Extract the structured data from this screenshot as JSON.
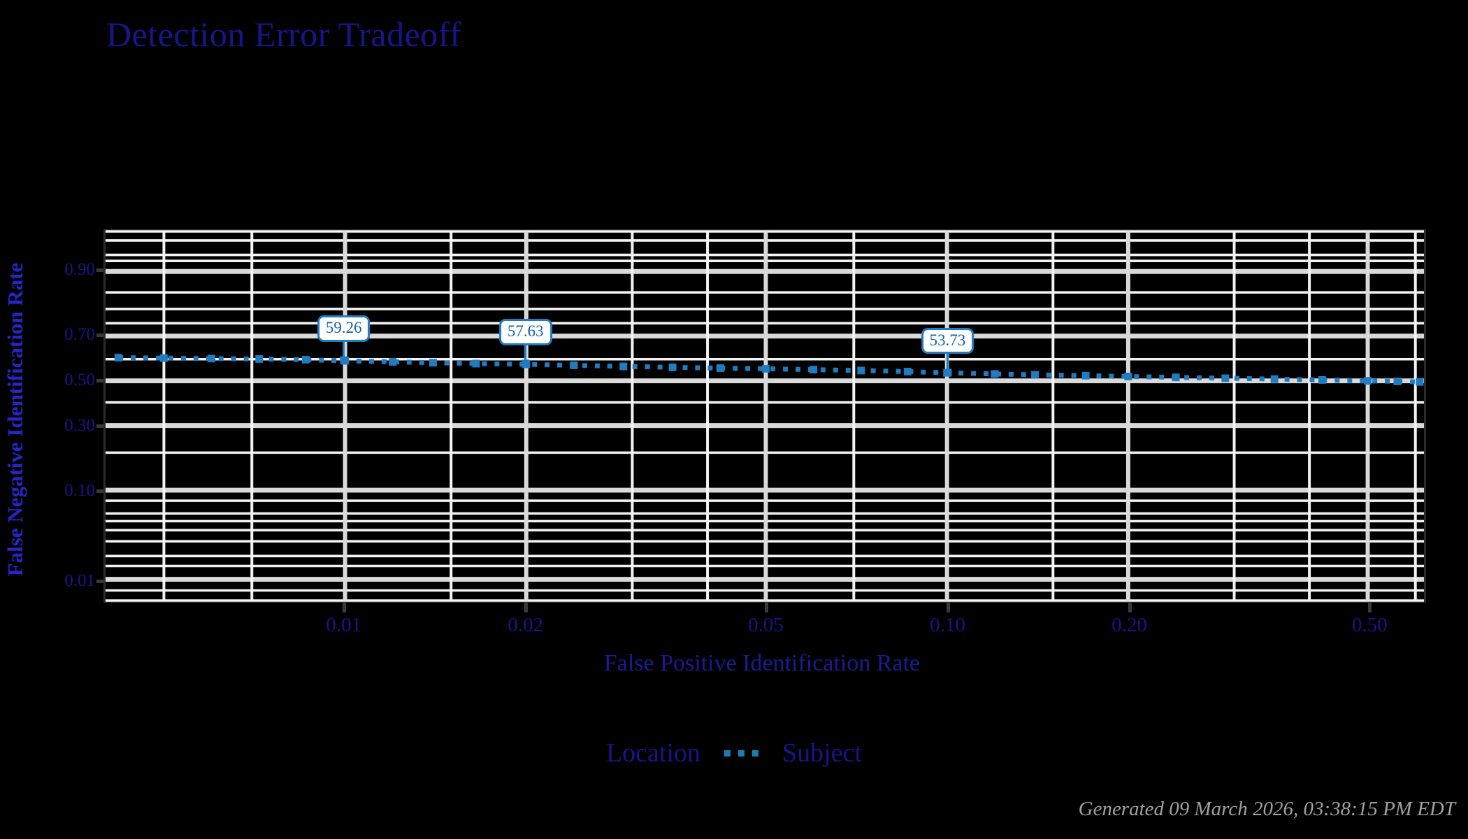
{
  "title": "Detection Error Tradeoff",
  "colors": {
    "background": "#000000",
    "title": "#16168c",
    "axis_label": "#1b1b93",
    "tick_label": "#16168c",
    "gridline_major": "#d9d9d9",
    "gridline_minor": "#f2f2f2",
    "plot_border": "#2b2b2b",
    "series": "#1f7cc0",
    "callout_border": "#1f7cc0",
    "callout_fill": "#ffffff",
    "callout_text": "#1361a5",
    "legend_sample": "#1a7fae",
    "footer": "#a0a0a0"
  },
  "axes": {
    "x": {
      "label": "False Positive Identification Rate",
      "ticks": [
        "0.01",
        "0.02",
        "0.05",
        "0.10",
        "0.20",
        "0.50"
      ],
      "tick_values": [
        0.01,
        0.02,
        0.05,
        0.1,
        0.2,
        0.5
      ],
      "scale": "probit-log",
      "range": [
        0.004,
        0.62
      ]
    },
    "y": {
      "label": "False Negative Identification Rate",
      "ticks": [
        "0.90",
        "0.70",
        "0.50",
        "0.30",
        "0.10",
        "0.01"
      ],
      "tick_values": [
        0.9,
        0.7,
        0.5,
        0.3,
        0.1,
        0.01
      ],
      "scale": "probit",
      "range": [
        0.005,
        0.96
      ]
    },
    "grid": "on"
  },
  "legend": {
    "position": "bottom",
    "group_label": "Location",
    "entries": [
      {
        "label": "Subject",
        "marker": "dotted-square",
        "color": "#1a7fae"
      }
    ]
  },
  "footer": "Generated 09 March 2026, 03:38:15 PM EDT",
  "chart_data": {
    "type": "line",
    "title": "Detection Error Tradeoff",
    "xlabel": "False Positive Identification Rate",
    "ylabel": "False Negative Identification Rate",
    "xlim": [
      0.004,
      0.62
    ],
    "ylim": [
      0.005,
      0.96
    ],
    "xscale": "probit",
    "yscale": "probit",
    "grid": true,
    "legend_position": "bottom",
    "series": [
      {
        "name": "Subject",
        "style": "dotted",
        "marker": "square",
        "color": "#1f7cc0",
        "points": [
          {
            "x": 0.0042,
            "y": 0.607
          },
          {
            "x": 0.005,
            "y": 0.605
          },
          {
            "x": 0.006,
            "y": 0.603
          },
          {
            "x": 0.0072,
            "y": 0.601
          },
          {
            "x": 0.0086,
            "y": 0.598
          },
          {
            "x": 0.01,
            "y": 0.5926
          },
          {
            "x": 0.012,
            "y": 0.588
          },
          {
            "x": 0.014,
            "y": 0.584
          },
          {
            "x": 0.0165,
            "y": 0.58
          },
          {
            "x": 0.02,
            "y": 0.5763
          },
          {
            "x": 0.024,
            "y": 0.572
          },
          {
            "x": 0.029,
            "y": 0.567
          },
          {
            "x": 0.035,
            "y": 0.563
          },
          {
            "x": 0.042,
            "y": 0.559
          },
          {
            "x": 0.05,
            "y": 0.556
          },
          {
            "x": 0.06,
            "y": 0.552
          },
          {
            "x": 0.072,
            "y": 0.548
          },
          {
            "x": 0.086,
            "y": 0.543
          },
          {
            "x": 0.1,
            "y": 0.5373
          },
          {
            "x": 0.12,
            "y": 0.532
          },
          {
            "x": 0.14,
            "y": 0.528
          },
          {
            "x": 0.17,
            "y": 0.524
          },
          {
            "x": 0.2,
            "y": 0.52
          },
          {
            "x": 0.24,
            "y": 0.516
          },
          {
            "x": 0.29,
            "y": 0.512
          },
          {
            "x": 0.35,
            "y": 0.508
          },
          {
            "x": 0.42,
            "y": 0.504
          },
          {
            "x": 0.5,
            "y": 0.5
          },
          {
            "x": 0.56,
            "y": 0.497
          },
          {
            "x": 0.61,
            "y": 0.495
          }
        ]
      }
    ],
    "annotations": [
      {
        "text": "59.26",
        "x": 0.01,
        "y": 0.5926
      },
      {
        "text": "57.63",
        "x": 0.02,
        "y": 0.5763
      },
      {
        "text": "53.73",
        "x": 0.1,
        "y": 0.5373
      }
    ]
  }
}
